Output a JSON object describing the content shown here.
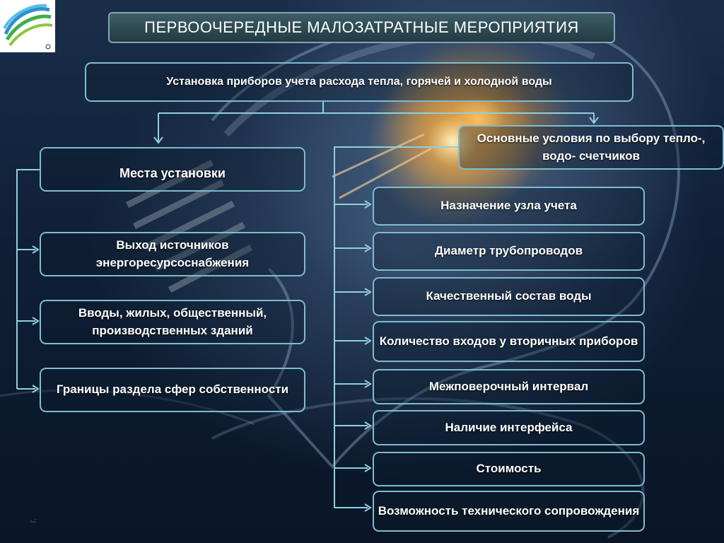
{
  "title": "ПЕРВООЧЕРЕДНЫЕ МАЛОЗАТРАТНЫЕ МЕРОПРИЯТИЯ",
  "root": "Установка приборов учета расхода тепла, горячей и холодной воды",
  "left": {
    "header": "Места установки",
    "items": [
      "Выход источников энергоресурсоснабжения",
      "Вводы, жилых, общественный, производственных зданий",
      "Границы раздела сфер собственности"
    ]
  },
  "right": {
    "header": "Основные условия по выбору тепло-, водо- счетчиков",
    "items": [
      "Назначение узла учета",
      "Диаметр трубопроводов",
      "Качественный состав воды",
      "Количество входов у вторичных приборов",
      "Межповерочный интервал",
      "Наличие интерфейса",
      "Стоимость",
      "Возможность технического сопровождения"
    ]
  },
  "watermark": "г.",
  "colors": {
    "box_border": "#7fbccd",
    "connector": "#8fd0de",
    "title_bg": "#2e4a55"
  }
}
